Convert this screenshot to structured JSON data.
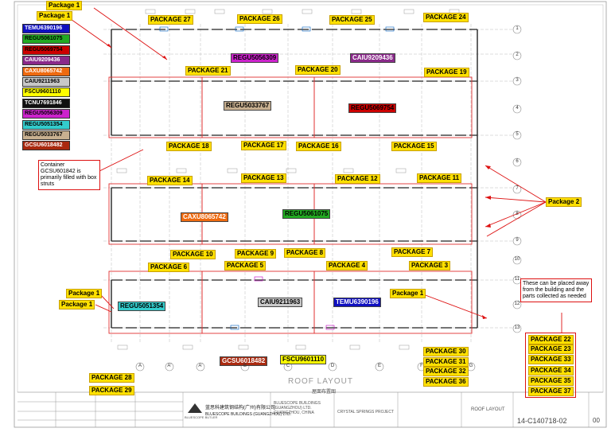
{
  "legend": [
    {
      "id": "TEMU6390196",
      "color": "#1010c0",
      "text_color": "#ffffff"
    },
    {
      "id": "REGU5061075",
      "color": "#22aa22",
      "text_color": "#000000"
    },
    {
      "id": "REGU5069754",
      "color": "#cc0000",
      "text_color": "#000000"
    },
    {
      "id": "CAIU9209436",
      "color": "#8a2a8a",
      "text_color": "#ffffff"
    },
    {
      "id": "CAXU8065742",
      "color": "#ee6a10",
      "text_color": "#ffffff"
    },
    {
      "id": "CAIU9211963",
      "color": "#c8c8c8",
      "text_color": "#000000"
    },
    {
      "id": "FSCU9601110",
      "color": "#ffff00",
      "text_color": "#000000"
    },
    {
      "id": "TCNU7691846",
      "color": "#101010",
      "text_color": "#ffffff"
    },
    {
      "id": "REGU5056309",
      "color": "#cc22cc",
      "text_color": "#000000"
    },
    {
      "id": "REGU5051354",
      "color": "#33cccc",
      "text_color": "#000000"
    },
    {
      "id": "REGU5033767",
      "color": "#c8b090",
      "text_color": "#000000"
    },
    {
      "id": "GCSU6018482",
      "color": "#aa2a10",
      "text_color": "#ffffff"
    }
  ],
  "package1_callouts": [
    "Package 1",
    "Package 1",
    "Package 1",
    "Package 1",
    "Package 1"
  ],
  "package2_callout": "Package 2",
  "note_gcsu": "Container GCSU601842 is primarily filled with box struts",
  "note_away": "These can be placed away from the building and the parts collected as needed",
  "packages": {
    "p27": "PACKAGE 27",
    "p26": "PACKAGE 26",
    "p25": "PACKAGE 25",
    "p24": "PACKAGE 24",
    "p21": "PACKAGE 21",
    "p20": "PACKAGE 20",
    "p19": "PACKAGE 19",
    "p18": "PACKAGE 18",
    "p17": "PACKAGE 17",
    "p16": "PACKAGE 16",
    "p15": "PACKAGE 15",
    "p14": "PACKAGE 14",
    "p13": "PACKAGE 13",
    "p12": "PACKAGE 12",
    "p11": "PACKAGE 11",
    "p10": "PACKAGE 10",
    "p9": "PACKAGE 9",
    "p8": "PACKAGE 8",
    "p7": "PACKAGE 7",
    "p6": "PACKAGE 6",
    "p5": "PACKAGE 5",
    "p4": "PACKAGE 4",
    "p3": "PACKAGE 3",
    "p28": "PACKAGE 28",
    "p29": "PACKAGE 29",
    "p30": "PACKAGE 30",
    "p31": "PACKAGE 31",
    "p32": "PACKAGE 32",
    "p36": "PACKAGE 36",
    "p22": "PACKAGE 22",
    "p23": "PACKAGE 23",
    "p33": "PACKAGE 33",
    "p34": "PACKAGE 34",
    "p35": "PACKAGE 35",
    "p37": "PACKAGE 37"
  },
  "containers_on_plan": {
    "regu5056309": "REGU5056309",
    "caiu9209436": "CAIU9209436",
    "regu5033767": "REGU5033767",
    "regu5069754": "REGU5069754",
    "caxu8065742": "CAXU8065742",
    "regu5061075": "REGU5061075",
    "regu5051354": "REGU5051354",
    "caiu9211963": "CAIU9211963",
    "temu6390196": "TEMU6390196",
    "gcsu6018482": "GCSU6018482",
    "fscu9601110": "FSCU9601110"
  },
  "grid_rows": [
    "1",
    "2",
    "3",
    "4",
    "5",
    "6",
    "7",
    "8",
    "9",
    "10",
    "11",
    "12",
    "13"
  ],
  "grid_cols": [
    "A",
    "A'",
    "A'",
    "B",
    "C",
    "D",
    "E",
    "F",
    "G"
  ],
  "title_block": {
    "roof_title": "ROOF  LAYOUT",
    "roof_sub": "屋面布置图",
    "company_cn": "蓝思科建筑钢结构(广州)有限公司",
    "company_en": "BLUESCOPE BUILDINGS (GUANGZHOU) LTD.",
    "logo": "BLUESCOPE BUTLER",
    "builder": "BLUESCOPE BUILDINGS (GUANGZHOU) LTD. GUANGZHOU, CHINA",
    "project": "CRYSTAL SPRINGS PROJECT",
    "drawing_no": "14-C140718-02",
    "rev": "00",
    "sheet_title": "ROOF LAYOUT"
  }
}
